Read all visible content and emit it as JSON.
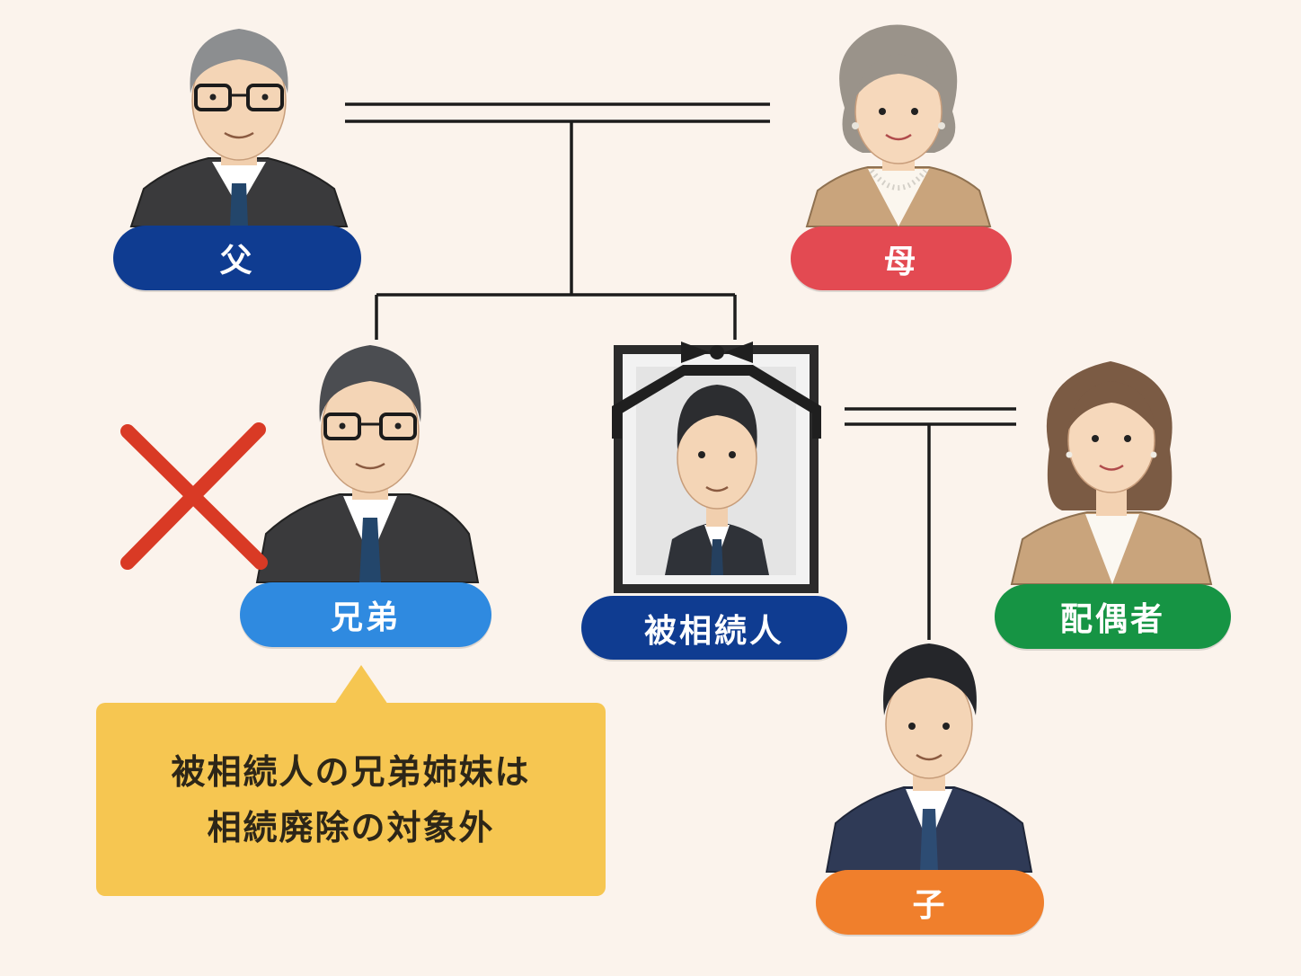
{
  "people": {
    "father": {
      "label": "父",
      "color": "#0f3c91"
    },
    "mother": {
      "label": "母",
      "color": "#e34a52"
    },
    "sibling": {
      "label": "兄弟",
      "color": "#2f8ae0",
      "excluded": true
    },
    "decedent": {
      "label": "被相続人",
      "color": "#0f3c91"
    },
    "spouse": {
      "label": "配偶者",
      "color": "#169444"
    },
    "child": {
      "label": "子",
      "color": "#f07f2c"
    }
  },
  "callout": {
    "line1": "被相続人の兄弟姉妹は",
    "line2": "相続廃除の対象外",
    "color": "#f6c651"
  },
  "icons": [
    "father-portrait",
    "mother-portrait",
    "sibling-portrait",
    "memorial-portrait-frame",
    "spouse-portrait",
    "child-portrait",
    "cross-mark-icon"
  ],
  "colors": {
    "background": "#fbf3ec",
    "line": "#1c1c1c",
    "cross": "#d93a25"
  }
}
